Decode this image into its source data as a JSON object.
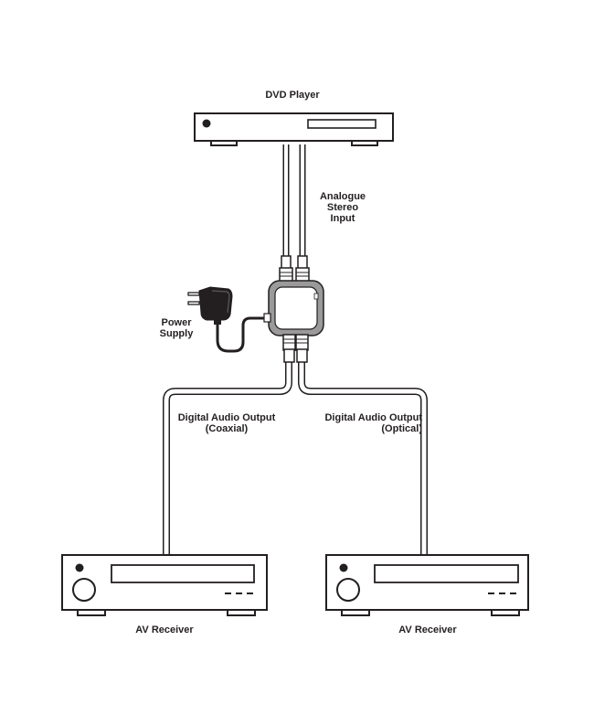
{
  "diagram": {
    "source_device": {
      "label": "DVD Player"
    },
    "input_cables": {
      "label_lines": [
        "Analogue",
        "Stereo",
        "Input"
      ]
    },
    "power": {
      "label_lines": [
        "Power",
        "Supply"
      ]
    },
    "outputs": [
      {
        "label_lines": [
          "Digital Audio Output",
          "(Coaxial)"
        ]
      },
      {
        "label_lines": [
          "Digital Audio Output",
          "(Optical)"
        ]
      }
    ],
    "receivers": [
      {
        "label": "AV Receiver"
      },
      {
        "label": "AV Receiver"
      }
    ],
    "colors": {
      "line": "#231f20",
      "device_fill": "#ffffff",
      "converter_frame": "#8a8a8a",
      "cable_fill": "#ffffff"
    }
  }
}
